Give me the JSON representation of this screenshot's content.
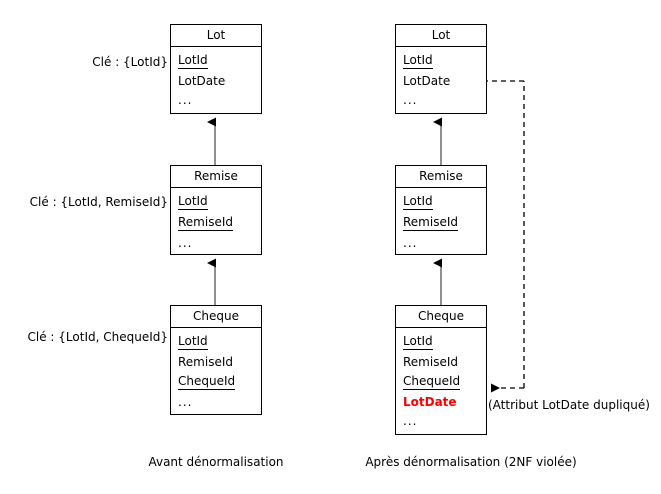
{
  "diagram": {
    "title_left": "Avant dénormalisation",
    "title_right": "Après dénormalisation (2NF violée)",
    "annotation": "(Attribut LotDate dupliqué)",
    "accent_duplicate_color": "#ff0000",
    "line_color": "#000000",
    "background": "#ffffff"
  },
  "key_labels": [
    {
      "text": "Clé : {LotId}"
    },
    {
      "text": "Clé : {LotId, RemiseId}"
    },
    {
      "text": "Clé : {LotId, ChequeId}"
    }
  ],
  "left": {
    "caption": "Avant dénormalisation",
    "entities": [
      {
        "name": "Lot",
        "attributes": [
          {
            "label": "LotId",
            "key": true,
            "duplicate": false
          },
          {
            "label": "LotDate",
            "key": false,
            "duplicate": false
          },
          {
            "label": "...",
            "key": false,
            "duplicate": false
          }
        ]
      },
      {
        "name": "Remise",
        "attributes": [
          {
            "label": "LotId",
            "key": true,
            "duplicate": false
          },
          {
            "label": "RemiseId",
            "key": true,
            "duplicate": false
          },
          {
            "label": "...",
            "key": false,
            "duplicate": false
          }
        ]
      },
      {
        "name": "Cheque",
        "attributes": [
          {
            "label": "LotId",
            "key": true,
            "duplicate": false
          },
          {
            "label": "RemiseId",
            "key": false,
            "duplicate": false
          },
          {
            "label": "ChequeId",
            "key": true,
            "duplicate": false
          },
          {
            "label": "...",
            "key": false,
            "duplicate": false
          }
        ]
      }
    ]
  },
  "right": {
    "caption": "Après dénormalisation (2NF violée)",
    "entities": [
      {
        "name": "Lot",
        "attributes": [
          {
            "label": "LotId",
            "key": true,
            "duplicate": false
          },
          {
            "label": "LotDate",
            "key": false,
            "duplicate": false
          },
          {
            "label": "...",
            "key": false,
            "duplicate": false
          }
        ]
      },
      {
        "name": "Remise",
        "attributes": [
          {
            "label": "LotId",
            "key": true,
            "duplicate": false
          },
          {
            "label": "RemiseId",
            "key": true,
            "duplicate": false
          },
          {
            "label": "...",
            "key": false,
            "duplicate": false
          }
        ]
      },
      {
        "name": "Cheque",
        "attributes": [
          {
            "label": "LotId",
            "key": true,
            "duplicate": false
          },
          {
            "label": "RemiseId",
            "key": false,
            "duplicate": false
          },
          {
            "label": "ChequeId",
            "key": true,
            "duplicate": false
          },
          {
            "label": "LotDate",
            "key": false,
            "duplicate": true
          },
          {
            "label": "...",
            "key": false,
            "duplicate": false
          }
        ]
      }
    ]
  }
}
